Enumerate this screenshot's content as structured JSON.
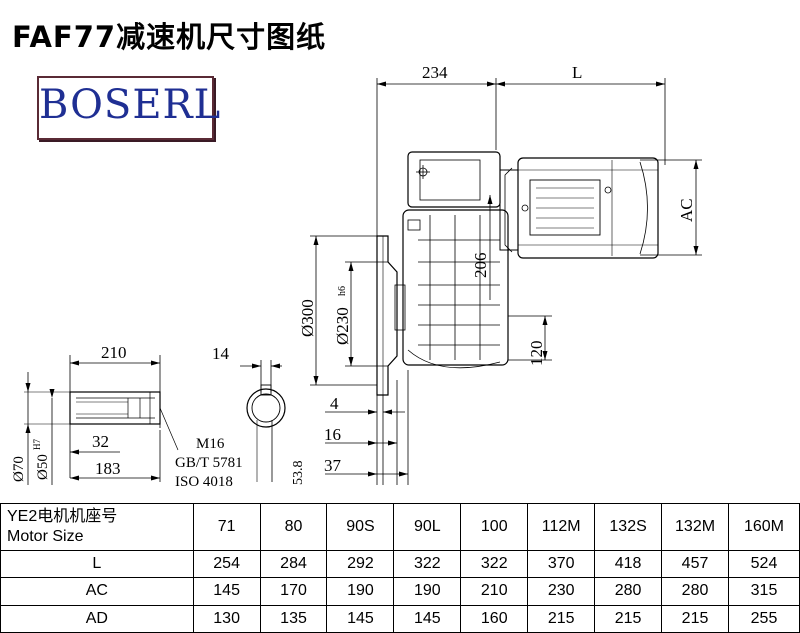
{
  "title": "FAF77减速机尺寸图纸",
  "logo": "BOSERL",
  "drawing": {
    "dim_234": "234",
    "dim_L": "L",
    "dim_AC": "AC",
    "dim_206": "206",
    "dim_120": "120",
    "dim_300": "Ø300",
    "dim_230": "Ø230",
    "dim_230_tol": "h6",
    "dim_210": "210",
    "dim_14": "14",
    "dim_32": "32",
    "dim_183": "183",
    "dim_70": "Ø70",
    "dim_50": "Ø50",
    "dim_50_tol": "H7",
    "dim_53_8": "53.8",
    "dim_4": "4",
    "dim_16": "16",
    "dim_37": "37",
    "thread_1": "M16",
    "thread_2": "GB/T 5781",
    "thread_3": "ISO 4018"
  },
  "table": {
    "header_line1": "YE2电机机座号",
    "header_line2": "Motor Size",
    "sizes": [
      "71",
      "80",
      "90S",
      "90L",
      "100",
      "112M",
      "132S",
      "132M",
      "160M"
    ],
    "rows": [
      {
        "label": "L",
        "values": [
          "254",
          "284",
          "292",
          "322",
          "322",
          "370",
          "418",
          "457",
          "524"
        ]
      },
      {
        "label": "AC",
        "values": [
          "145",
          "170",
          "190",
          "190",
          "210",
          "230",
          "280",
          "280",
          "315"
        ]
      },
      {
        "label": "AD",
        "values": [
          "130",
          "135",
          "145",
          "145",
          "160",
          "215",
          "215",
          "215",
          "255"
        ]
      }
    ]
  }
}
